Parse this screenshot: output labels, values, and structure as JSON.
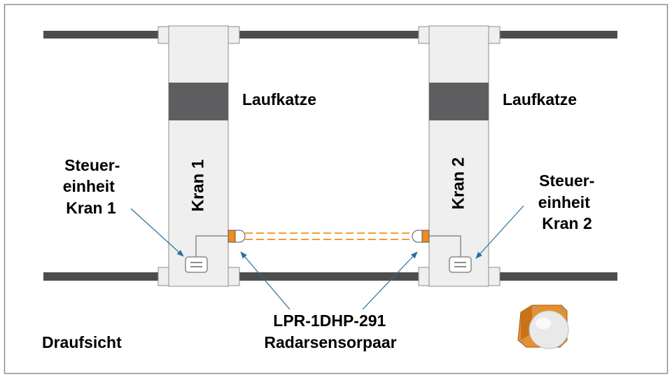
{
  "labels": {
    "trolley_1": "Laufkatze",
    "trolley_2": "Laufkatze",
    "crane_1": "Kran 1",
    "crane_2": "Kran 2",
    "control_unit_1": [
      "Steuer-",
      "einheit",
      "Kran 1"
    ],
    "control_unit_2": [
      "Steuer-",
      "einheit",
      "Kran 2"
    ],
    "sensor_pair": [
      "LPR-1DHP-291",
      "Radarsensorpaar"
    ],
    "view": "Draufsicht"
  },
  "icons": {
    "control_unit": "control-unit-icon",
    "radar_sensor": "radar-sensor-icon",
    "sensor_photo": "radar-sensor-product-icon"
  },
  "colors": {
    "rail": "#4d4d4d",
    "crane_fill": "#efefef",
    "crane_stroke": "#8c8c8c",
    "trolley": "#5e5e60",
    "beam": "#f39c35",
    "sensor": "#f08c1e",
    "pointer": "#2b6e9a",
    "frame": "#8c8c8c"
  }
}
